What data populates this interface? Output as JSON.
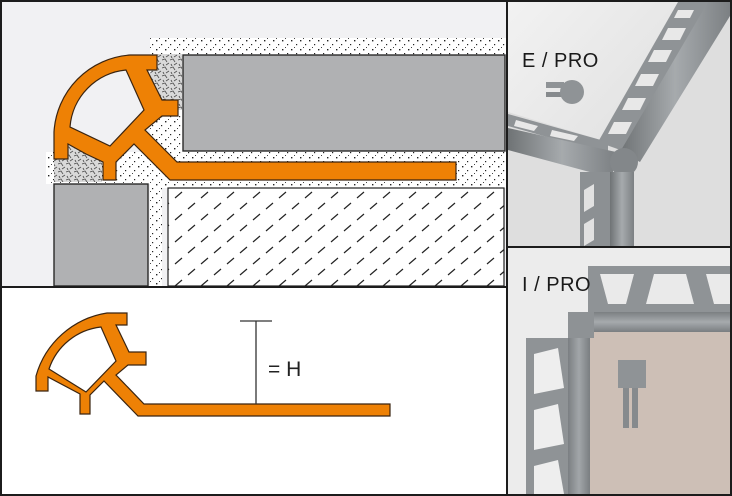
{
  "colors": {
    "profile_orange": "#ee8105",
    "tile_gray": "#b0b1b3",
    "background_light": "#f1f1f3",
    "frame_dark": "#1c1c1c",
    "photo_profile_gray": "#8f9396",
    "board_beige": "#cdbfb6"
  },
  "cross_section": {
    "description": "Rounded orange trim profile installed at tile corner with adhesive and substrate"
  },
  "profile_drawing": {
    "dimension_label": "= H"
  },
  "photos": {
    "external": {
      "label": "E / PRO"
    },
    "internal": {
      "label": "I / PRO"
    }
  }
}
